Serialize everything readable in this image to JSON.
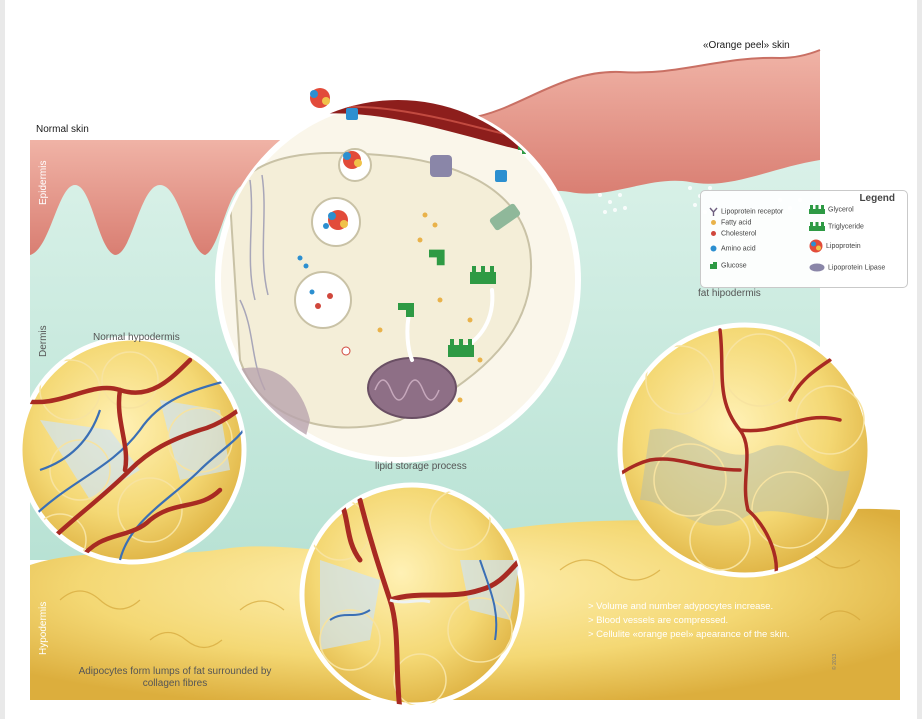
{
  "labels": {
    "normal_skin": "Normal skin",
    "orange_peel_skin": "«Orange peel» skin",
    "epidermis": "Epidermis",
    "dermis": "Dermis",
    "hypodermis": "Hypodermis",
    "normal_hypodermis": "Normal hypodermis",
    "fat_hipodermis": "fat hipodermis",
    "lipid_storage": "lipid storage process",
    "adipocytes_caption_line1": "Adipocytes form lumps of fat surrounded by",
    "adipocytes_caption_line2": "collagen fibres"
  },
  "legend": {
    "title": "Legend",
    "items": [
      {
        "label": "Lipoprotein receptor",
        "icon": "receptor-icon",
        "color": "#6f5f7f"
      },
      {
        "label": "Fatty acid",
        "icon": "fatty-acid-icon",
        "color": "#e9b24a"
      },
      {
        "label": "Cholesterol",
        "icon": "cholesterol-icon",
        "color": "#d0473c"
      },
      {
        "label": "Amino acid",
        "icon": "amino-acid-icon",
        "color": "#2c8fd0"
      },
      {
        "label": "Glucose",
        "icon": "glucose-icon",
        "color": "#2e9a44"
      },
      {
        "label": "Glycerol",
        "icon": "glycerol-icon",
        "color": "#2e9a44"
      },
      {
        "label": "Triglyceride",
        "icon": "triglyceride-icon",
        "color": "#2e9a44"
      },
      {
        "label": "Lipoprotein",
        "icon": "lipoprotein-icon",
        "color": "#e24b3a"
      },
      {
        "label": "Lipoprotein Lipase",
        "icon": "lipase-icon",
        "color": "#8a86a8"
      }
    ]
  },
  "notes": [
    "> Volume and number adypocytes increase.",
    "> Blood vessels are compressed.",
    "> Cellulite «orange peel» apearance of the skin."
  ],
  "colors": {
    "skin": "#e79a8e",
    "dermis": "#cdebe0",
    "fat": "#f2d676",
    "vessel": "#a82a22",
    "vein": "#3a6fb5",
    "cell": "#f6f2e1"
  }
}
